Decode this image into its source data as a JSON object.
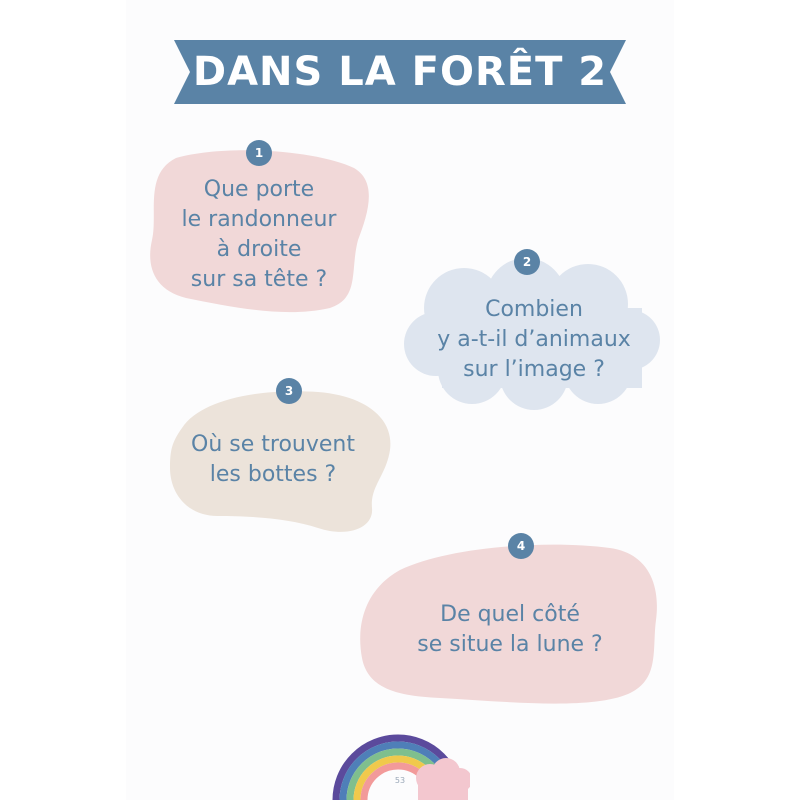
{
  "title": "DANS LA FORÊT 2",
  "colors": {
    "banner": "#5a83a6",
    "text": "#5a83a6",
    "pink": "#f1d8d8",
    "blue": "#dee5ef",
    "beige": "#ece3da"
  },
  "questions": [
    {
      "number": "1",
      "text": "Que porte\nle randonneur\nà droite\nsur sa tête ?"
    },
    {
      "number": "2",
      "text": "Combien\ny a-t-il d’animaux\nsur l’image ?"
    },
    {
      "number": "3",
      "text": "Où se trouvent\nles bottes ?"
    },
    {
      "number": "4",
      "text": "De quel côté\nse situe la lune ?"
    }
  ],
  "footer": {
    "page_number": "53"
  }
}
